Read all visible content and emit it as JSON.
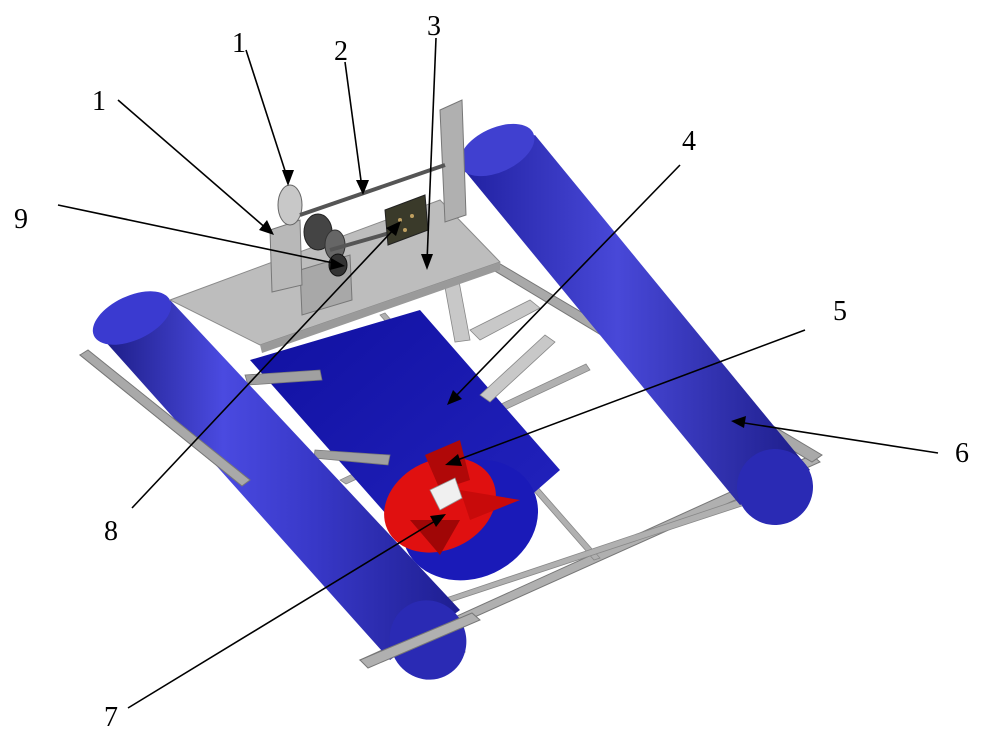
{
  "figure": {
    "description_none": "",
    "callouts": [
      {
        "id": "c1a",
        "label": "1"
      },
      {
        "id": "c1b",
        "label": "1"
      },
      {
        "id": "c2",
        "label": "2"
      },
      {
        "id": "c3",
        "label": "3"
      },
      {
        "id": "c4",
        "label": "4"
      },
      {
        "id": "c5",
        "label": "5"
      },
      {
        "id": "c6",
        "label": "6"
      },
      {
        "id": "c7",
        "label": "7"
      },
      {
        "id": "c8",
        "label": "8"
      },
      {
        "id": "c9",
        "label": "9"
      }
    ]
  },
  "colors": {
    "float_blue": "#3434c8",
    "float_dark": "#1c1c8a",
    "frame_grey": "#a9a9a9",
    "deck_grey": "#b9b9b9",
    "drum_blue": "#1a1ab0",
    "impeller_red": "#e01010"
  }
}
